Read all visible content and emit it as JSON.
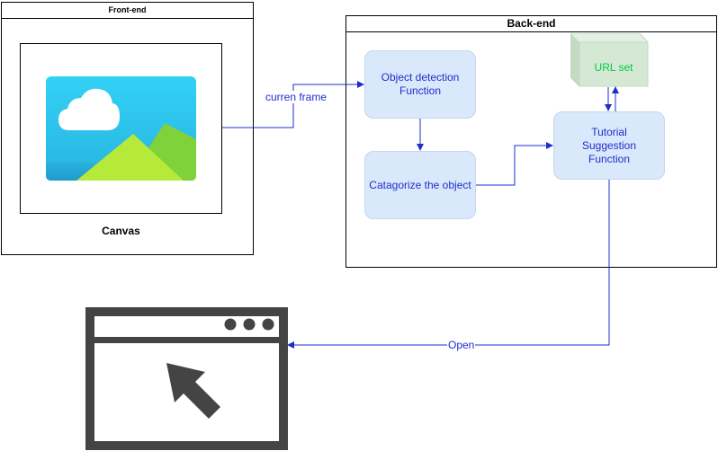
{
  "frontend": {
    "title": "Front-end",
    "canvas_label": "Canvas"
  },
  "backend": {
    "title": "Back-end"
  },
  "nodes": {
    "object_detection": "Object detection Function",
    "categorize": "Catagorize the object",
    "tutorial": "Tutorial Suggestion Function",
    "url_set": "URL set"
  },
  "edges": {
    "frame": "curren frame",
    "open": "Open"
  },
  "icons": {
    "picture": "image-icon",
    "browser": "browser-window-icon",
    "pointer": "cursor-arrow-icon",
    "store": "cube-store-icon"
  },
  "colors": {
    "process_fill": "#dae8fc",
    "process_text": "#1f2ec9",
    "store_fill": "#d5e8d4",
    "store_text": "#00cc44",
    "edge": "#1f2ec9"
  }
}
